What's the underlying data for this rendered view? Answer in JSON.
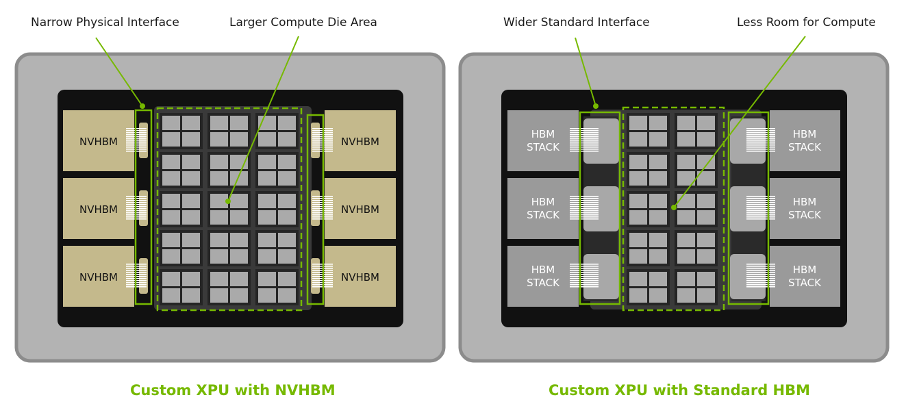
{
  "left_panel": {
    "callout_interface": "Narrow Physical Interface",
    "callout_compute": "Larger  Compute Die Area",
    "memory_label": "NVHBM",
    "caption": "Custom XPU with NVHBM"
  },
  "right_panel": {
    "callout_interface": "Wider Standard Interface",
    "callout_compute": "Less Room for Compute",
    "memory_label_line1": "HBM",
    "memory_label_line2": "STACK",
    "caption": "Custom XPU with Standard HBM"
  },
  "colors": {
    "accent_green": "#76b900",
    "package": "#b3b3b3",
    "package_border": "#8c8c8c",
    "substrate": "#111111",
    "nvhbm": "#c4b98c",
    "hbm_stack": "#9a9a9a",
    "compute_cell": "#aaaaaa"
  }
}
